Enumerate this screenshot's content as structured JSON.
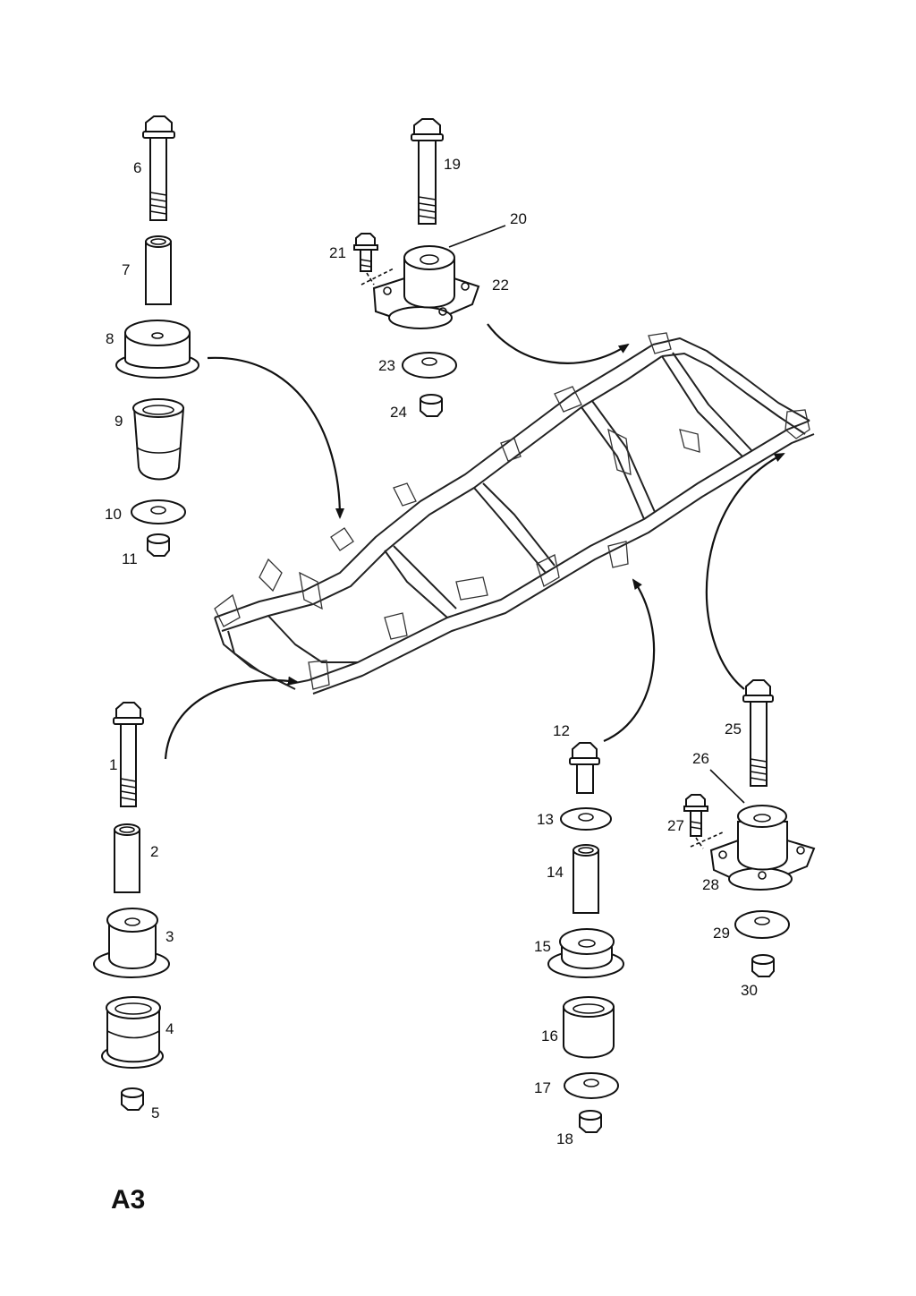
{
  "sheet_label": "A3",
  "callouts": [
    "1",
    "2",
    "3",
    "4",
    "5",
    "6",
    "7",
    "8",
    "9",
    "10",
    "11",
    "12",
    "13",
    "14",
    "15",
    "16",
    "17",
    "18",
    "19",
    "20",
    "21",
    "22",
    "23",
    "24",
    "25",
    "26",
    "27",
    "28",
    "29",
    "30"
  ],
  "colors": {
    "line": "#111111",
    "background": "#ffffff"
  }
}
